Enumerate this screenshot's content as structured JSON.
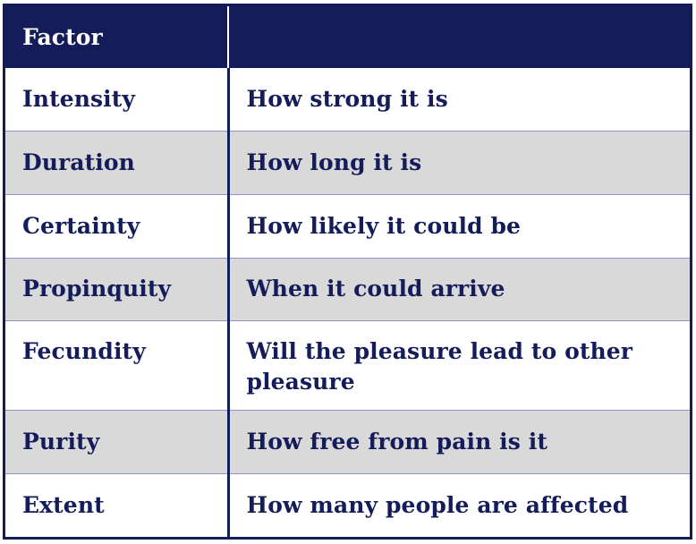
{
  "table": {
    "headers": [
      "Factor",
      ""
    ],
    "rows": [
      {
        "factor": "Intensity",
        "description": "How strong it is"
      },
      {
        "factor": "Duration",
        "description": "How long it is"
      },
      {
        "factor": "Certainty",
        "description": "How likely it could be"
      },
      {
        "factor": "Propinquity",
        "description": "When it could arrive"
      },
      {
        "factor": "Fecundity",
        "description": "Will the pleasure lead to other pleasure"
      },
      {
        "factor": "Purity",
        "description": "How free from pain is it"
      },
      {
        "factor": "Extent",
        "description": "How many people are affected"
      }
    ]
  },
  "colors": {
    "header_background": "#141c5a",
    "header_text": "#ffffff",
    "body_text": "#141c5a",
    "alt_row_background": "#d9d9d9",
    "row_background": "#ffffff"
  }
}
